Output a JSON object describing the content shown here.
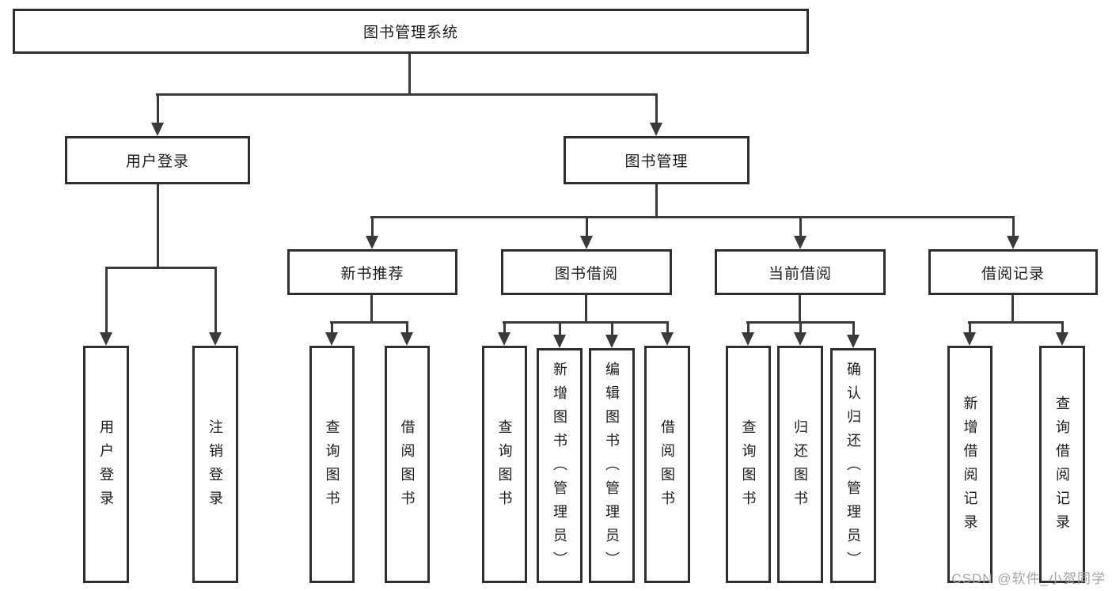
{
  "tree": {
    "root": {
      "label": "图书管理系统"
    },
    "branches": [
      {
        "label": "用户登录",
        "children": [
          {
            "label": "用户登录"
          },
          {
            "label": "注销登录"
          }
        ]
      },
      {
        "label": "图书管理",
        "children": [
          {
            "label": "新书推荐",
            "children": [
              {
                "label": "查询图书"
              },
              {
                "label": "借阅图书"
              }
            ]
          },
          {
            "label": "图书借阅",
            "children": [
              {
                "label": "查询图书"
              },
              {
                "label": "新增图书（管理员）"
              },
              {
                "label": "编辑图书（管理员）"
              },
              {
                "label": "借阅图书"
              }
            ]
          },
          {
            "label": "当前借阅",
            "children": [
              {
                "label": "查询图书"
              },
              {
                "label": "归还图书"
              },
              {
                "label": "确认归还（管理员）"
              }
            ]
          },
          {
            "label": "借阅记录",
            "children": [
              {
                "label": "新增借阅记录"
              },
              {
                "label": "查询借阅记录"
              }
            ]
          }
        ]
      }
    ]
  },
  "watermark": {
    "text": "CSDN @软件_小贺同学"
  },
  "colors": {
    "background": "#ffffff",
    "box_border": "#2e2e2e",
    "connector_line": "#3a3a3a",
    "text": "#1b1b1b",
    "watermark": "#a3a3a3"
  }
}
